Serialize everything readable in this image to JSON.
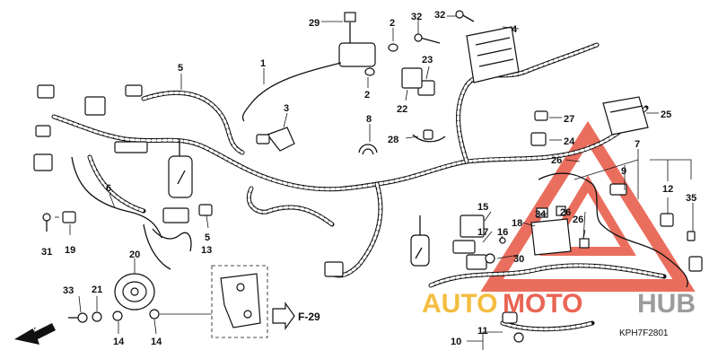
{
  "diagram": {
    "part_numbers": [
      "1",
      "2",
      "2",
      "3",
      "4",
      "5",
      "5",
      "6",
      "7",
      "8",
      "9",
      "10",
      "11",
      "12",
      "13",
      "14",
      "14",
      "15",
      "16",
      "17",
      "18",
      "19",
      "20",
      "21",
      "22",
      "23",
      "24",
      "25",
      "26",
      "26",
      "26",
      "27",
      "28",
      "29",
      "30",
      "31",
      "32",
      "32",
      "33",
      "34",
      "35"
    ],
    "reference": "F-29",
    "direction": "FR.",
    "diagram_code": "KPH7F2801"
  },
  "watermark": {
    "text_auto": "AUTO",
    "text_moto": "MOTO",
    "text_hub": "HUB",
    "colors": {
      "auto": "#f3b21f",
      "moto": "#e64a37",
      "hub": "#8b8b8b",
      "triangle": "#e64a37"
    }
  }
}
